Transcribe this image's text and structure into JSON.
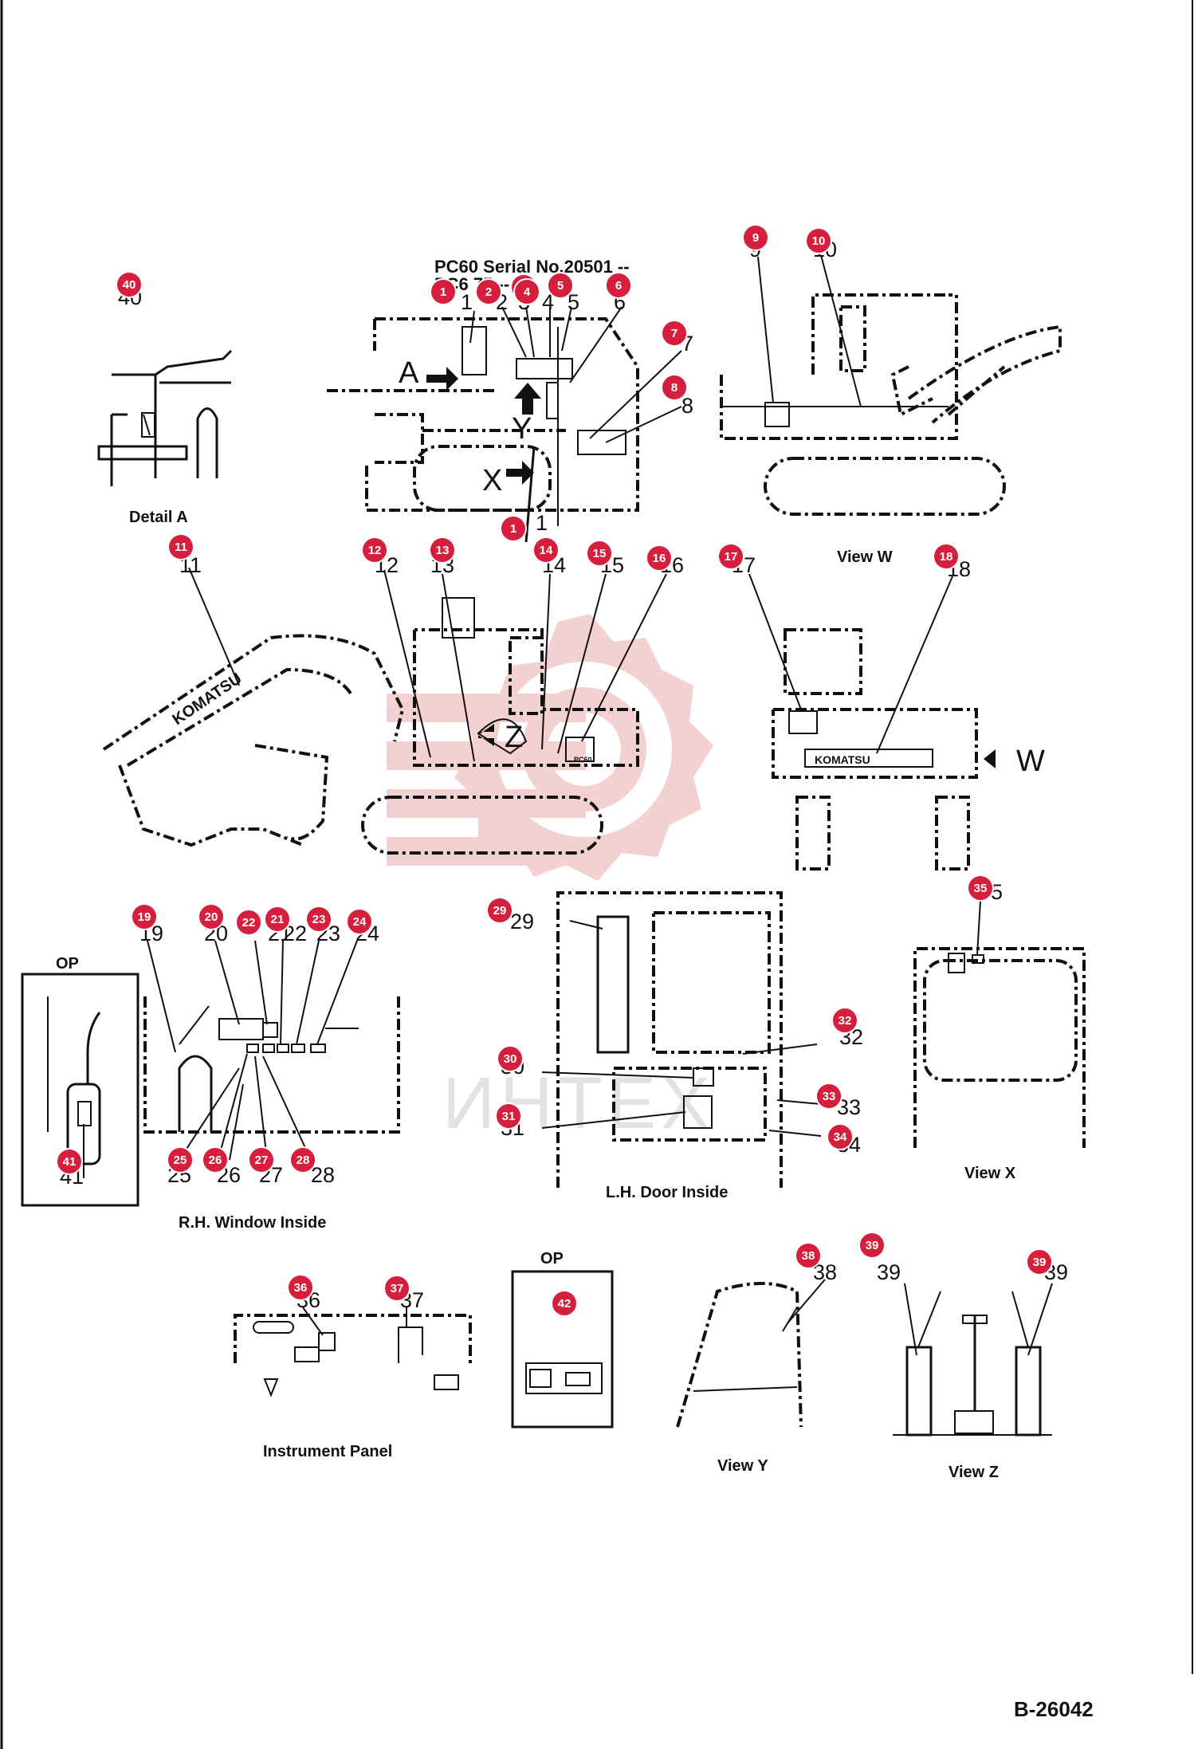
{
  "header": {
    "model_line1": "PC60   Serial No.20501 --",
    "model_line2": "PC6     75 --"
  },
  "labels": {
    "detail_a": "Detail  A",
    "view_w": "View  W",
    "view_x": "View  X",
    "view_y": "View  Y",
    "view_z": "View  Z",
    "rh_window": "R.H.  Window  Inside",
    "lh_door": "L.H.  Door  Inside",
    "instrument_panel": "Instrument  Panel",
    "op_left": "OP",
    "op_mid": "OP",
    "arrow_a": "A",
    "arrow_x": "X",
    "arrow_y": "Y",
    "arrow_z": "Z",
    "arrow_w": "W",
    "boom_brand": "KOMATSU",
    "counterweight_brand": "KOMATSU",
    "model_plate": "PC60",
    "drawing_number": "B-26042"
  },
  "watermark": {
    "text": "ИНТЕХ",
    "color": "#f3c9c9"
  },
  "callout_color": "#d61f3c",
  "callouts": [
    {
      "n": "1"
    },
    {
      "n": "2"
    },
    {
      "n": "3"
    },
    {
      "n": "4"
    },
    {
      "n": "5"
    },
    {
      "n": "6"
    },
    {
      "n": "7"
    },
    {
      "n": "8"
    },
    {
      "n": "9"
    },
    {
      "n": "10"
    },
    {
      "n": "11"
    },
    {
      "n": "12"
    },
    {
      "n": "13"
    },
    {
      "n": "14"
    },
    {
      "n": "15"
    },
    {
      "n": "16"
    },
    {
      "n": "17"
    },
    {
      "n": "18"
    },
    {
      "n": "19"
    },
    {
      "n": "20"
    },
    {
      "n": "21"
    },
    {
      "n": "22"
    },
    {
      "n": "23"
    },
    {
      "n": "24"
    },
    {
      "n": "25"
    },
    {
      "n": "26"
    },
    {
      "n": "27"
    },
    {
      "n": "28"
    },
    {
      "n": "29"
    },
    {
      "n": "30"
    },
    {
      "n": "31"
    },
    {
      "n": "32"
    },
    {
      "n": "33"
    },
    {
      "n": "34"
    },
    {
      "n": "35"
    },
    {
      "n": "36"
    },
    {
      "n": "37"
    },
    {
      "n": "38"
    },
    {
      "n": "39"
    },
    {
      "n": "39"
    },
    {
      "n": "40"
    },
    {
      "n": "41"
    },
    {
      "n": "42"
    },
    {
      "n": "1"
    }
  ],
  "printed_numbers": [
    "1",
    "2",
    "3",
    "4",
    "5",
    "6",
    "7",
    "8",
    "9",
    "10",
    "11",
    "12",
    "13",
    "14",
    "15",
    "16",
    "17",
    "18",
    "19",
    "20",
    "21",
    "22",
    "23",
    "24",
    "25",
    "26",
    "27",
    "28",
    "29",
    "30",
    "31",
    "32",
    "33",
    "34",
    "35",
    "36",
    "37",
    "38",
    "39",
    "39",
    "40",
    "41",
    "1"
  ]
}
